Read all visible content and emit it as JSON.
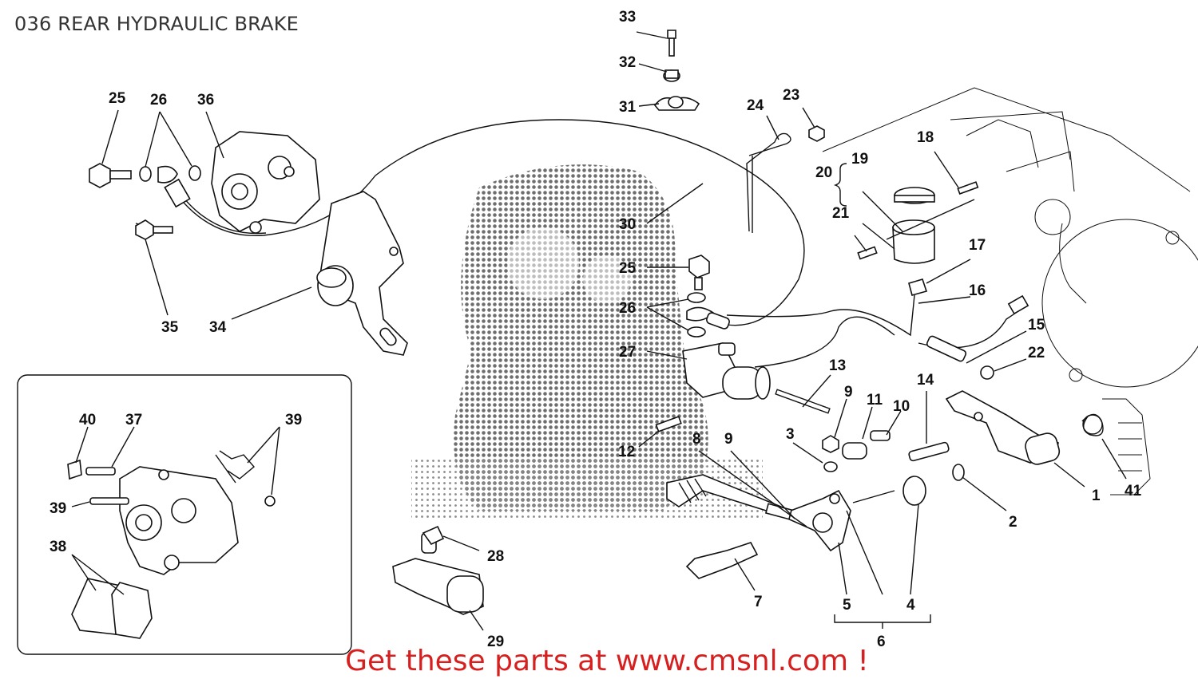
{
  "header": {
    "title": "036 REAR HYDRAULIC BRAKE"
  },
  "footer": {
    "text": "Get these parts at www.cmsnl.com !"
  },
  "colors": {
    "footer_text": "#d62020",
    "title_text": "#333333",
    "line": "#111111",
    "watermark": "#555555"
  },
  "callouts": [
    "1",
    "2",
    "3",
    "4",
    "5",
    "6",
    "7",
    "8",
    "9",
    "10",
    "11",
    "12",
    "13",
    "14",
    "15",
    "16",
    "17",
    "18",
    "19",
    "20",
    "21",
    "22",
    "23",
    "24",
    "25",
    "26",
    "27",
    "28",
    "29",
    "30",
    "31",
    "32",
    "33",
    "34",
    "35",
    "36",
    "37",
    "38",
    "39",
    "40",
    "41"
  ]
}
